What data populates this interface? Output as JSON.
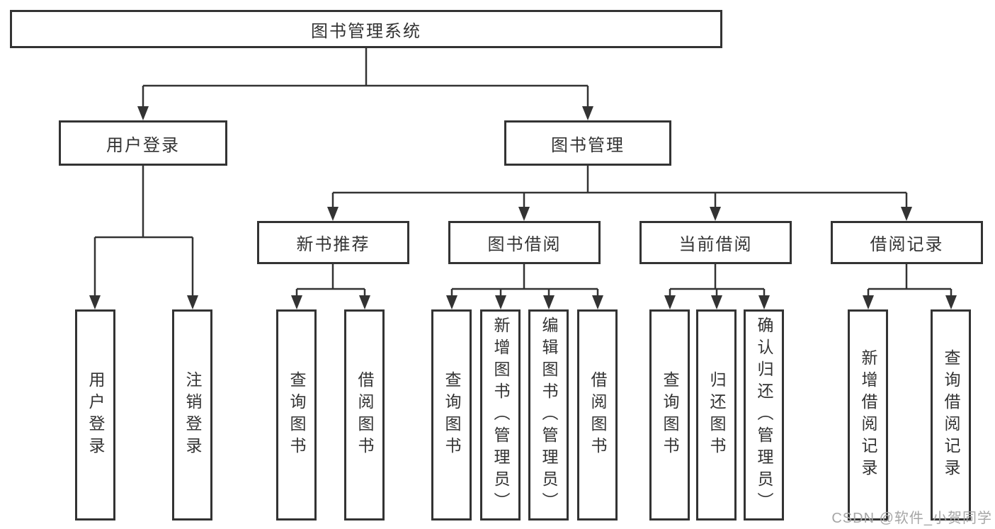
{
  "diagram": {
    "colors": {
      "line": "#333333",
      "border": "#333333",
      "text": "#333333",
      "watermark": "#a6a6a6",
      "background": "#ffffff"
    },
    "watermark": "CSDN @软件_小贺同学",
    "tree": {
      "root": {
        "label": "图书管理系统"
      },
      "branches": [
        {
          "label": "用户登录",
          "children": [
            {
              "label": "用户登录"
            },
            {
              "label": "注销登录"
            }
          ]
        },
        {
          "label": "图书管理",
          "groups": [
            {
              "label": "新书推荐",
              "children": [
                {
                  "label": "查询图书"
                },
                {
                  "label": "借阅图书"
                }
              ]
            },
            {
              "label": "图书借阅",
              "children": [
                {
                  "label": "查询图书"
                },
                {
                  "label": "新增图书（管理员）"
                },
                {
                  "label": "编辑图书（管理员）"
                },
                {
                  "label": "借阅图书"
                }
              ]
            },
            {
              "label": "当前借阅",
              "children": [
                {
                  "label": "查询图书"
                },
                {
                  "label": "归还图书"
                },
                {
                  "label": "确认归还（管理员）"
                }
              ]
            },
            {
              "label": "借阅记录",
              "children": [
                {
                  "label": "新增借阅记录"
                },
                {
                  "label": "查询借阅记录"
                }
              ]
            }
          ]
        }
      ]
    }
  }
}
